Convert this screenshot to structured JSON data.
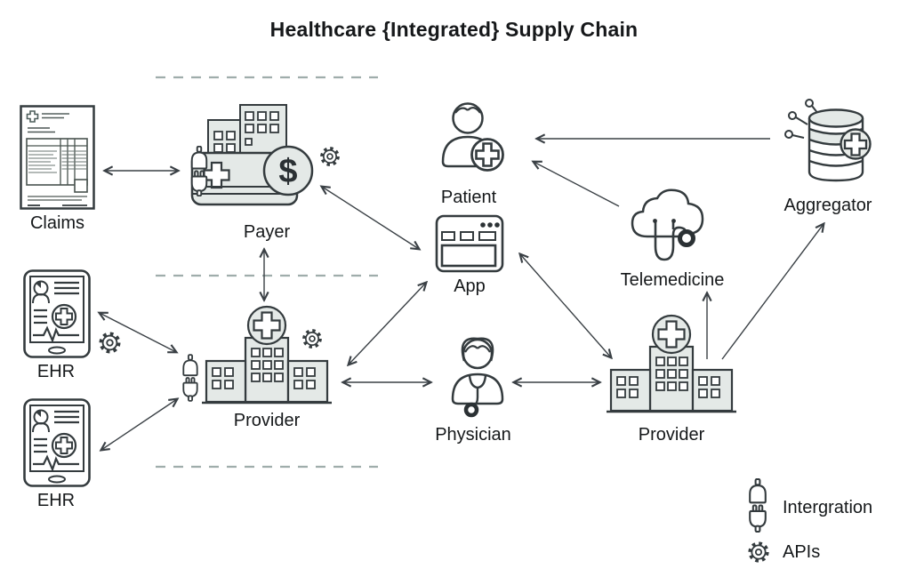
{
  "title": "Healthcare {Integrated} Supply Chain",
  "nodes": {
    "claims": {
      "label": "Claims",
      "icon": "claims-invoice-document-icon"
    },
    "payer": {
      "label": "Payer",
      "badge": "$",
      "icon": "payer-building-card-icon"
    },
    "patient": {
      "label": "Patient",
      "icon": "patient-person-plus-icon"
    },
    "app": {
      "label": "App",
      "icon": "app-window-icon"
    },
    "telemedicine": {
      "label": "Telemedicine",
      "icon": "telemedicine-cloud-stethoscope-icon"
    },
    "aggregator": {
      "label": "Aggregator",
      "icon": "aggregator-database-plus-icon"
    },
    "ehr_top": {
      "label": "EHR",
      "icon": "ehr-tablet-icon"
    },
    "ehr_bottom": {
      "label": "EHR",
      "icon": "ehr-tablet-icon"
    },
    "provider_left": {
      "label": "Provider",
      "icon": "provider-hospital-icon"
    },
    "physician": {
      "label": "Physician",
      "icon": "physician-person-stethoscope-icon"
    },
    "provider_right": {
      "label": "Provider",
      "icon": "provider-hospital-icon"
    }
  },
  "legend": {
    "integration": {
      "label": "Intergration",
      "icon": "plug-connector-icon"
    },
    "apis": {
      "label": "APIs",
      "icon": "gear-icon"
    }
  },
  "connections": [
    {
      "from": "Claims",
      "to": "Payer",
      "type": "bidirectional"
    },
    {
      "from": "Payer",
      "to": "Provider (left)",
      "type": "bidirectional"
    },
    {
      "from": "Payer",
      "to": "App",
      "type": "bidirectional"
    },
    {
      "from": "Provider (left)",
      "to": "App",
      "type": "bidirectional"
    },
    {
      "from": "Provider (left)",
      "to": "Physician",
      "type": "bidirectional"
    },
    {
      "from": "Physician",
      "to": "Provider (right)",
      "type": "bidirectional"
    },
    {
      "from": "App",
      "to": "Provider (right)",
      "type": "bidirectional"
    },
    {
      "from": "EHR (top)",
      "to": "Provider (left)",
      "type": "bidirectional"
    },
    {
      "from": "EHR (bottom)",
      "to": "Provider (left)",
      "type": "bidirectional"
    },
    {
      "from": "Aggregator",
      "to": "Patient",
      "type": "directed"
    },
    {
      "from": "Telemedicine",
      "to": "Patient",
      "type": "directed"
    },
    {
      "from": "Provider (right)",
      "to": "Telemedicine",
      "type": "directed"
    },
    {
      "from": "Provider (right)",
      "to": "Aggregator",
      "type": "directed"
    }
  ],
  "colors": {
    "outline": "#343b3e",
    "icon_fill": "#e4e9e7",
    "dashed_line": "#9fadab",
    "text": "#15181a",
    "background": "#ffffff"
  }
}
